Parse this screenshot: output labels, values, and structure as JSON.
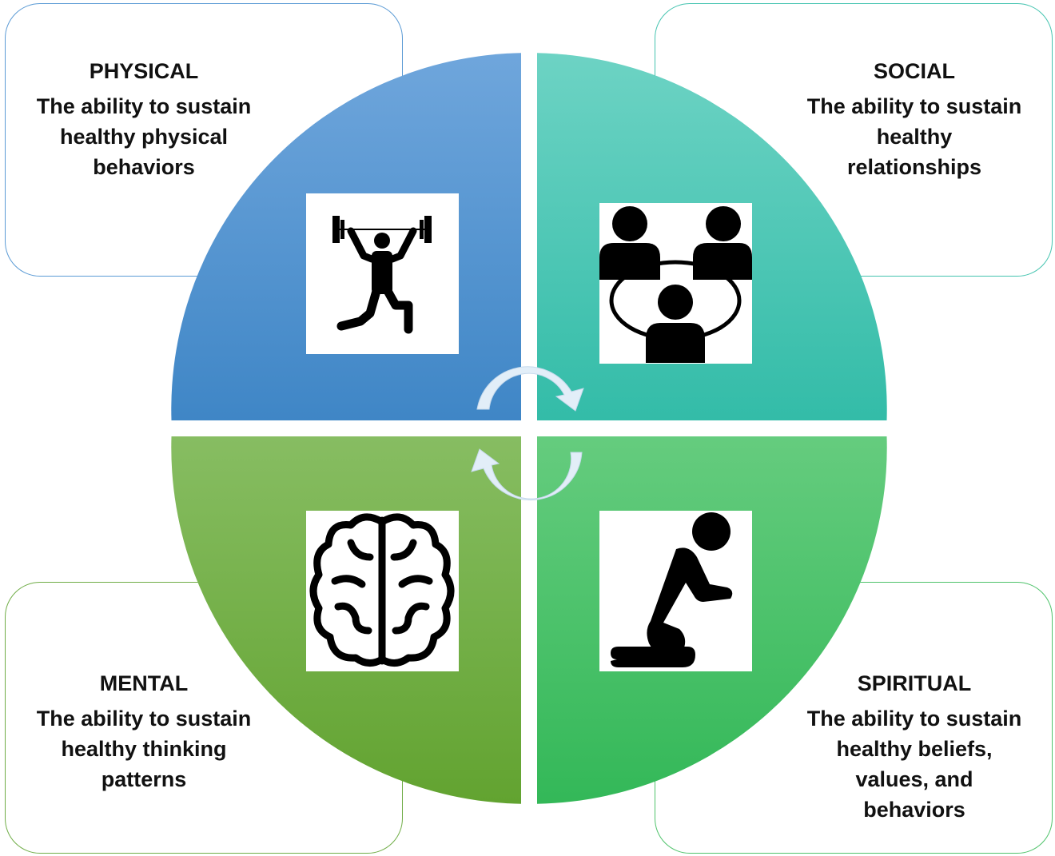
{
  "quadrants": [
    {
      "id": "physical",
      "title": "PHYSICAL",
      "lines": [
        "The ability to sustain",
        "healthy physical",
        "behaviors"
      ],
      "icon": "weightlifter-icon",
      "color_top": "#6fa6dc",
      "color_bottom": "#3f86c6"
    },
    {
      "id": "social",
      "title": "SOCIAL",
      "lines": [
        "The ability to sustain",
        "healthy",
        "relationships"
      ],
      "icon": "people-network-icon",
      "color_top": "#6dd3c4",
      "color_bottom": "#33bca8"
    },
    {
      "id": "mental",
      "title": "MENTAL",
      "lines": [
        "The ability to sustain",
        "healthy thinking",
        "patterns"
      ],
      "icon": "brain-icon",
      "color_top": "#87bd62",
      "color_bottom": "#62a330"
    },
    {
      "id": "spiritual",
      "title": "SPIRITUAL",
      "lines": [
        "The ability to sustain",
        "healthy beliefs,",
        "values, and",
        "behaviors"
      ],
      "icon": "praying-person-icon",
      "color_top": "#65cc7e",
      "color_bottom": "#33b858"
    }
  ],
  "center_icon": "cycle-arrows-icon",
  "cycle_arrow_color": "#e2eef8"
}
